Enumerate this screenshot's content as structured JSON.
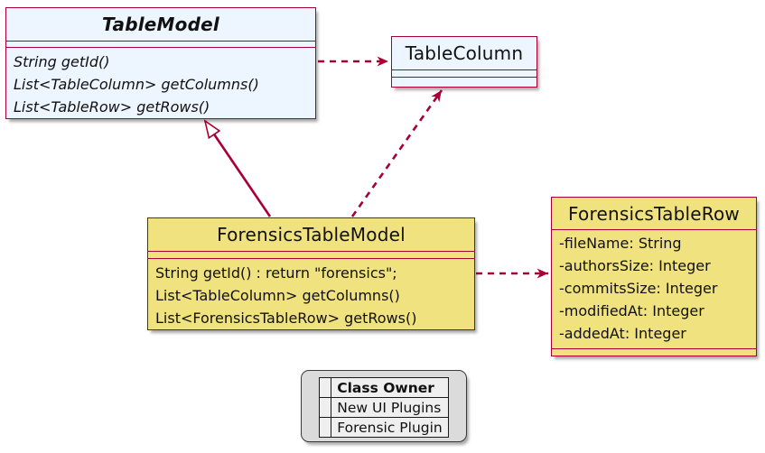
{
  "diagram_title": "UML class diagram",
  "colors": {
    "border_and_arrows": "#A80036",
    "new_ui_plugins_fill": "#EDF5FF",
    "forensic_plugin_fill": "#F0E27E",
    "legend_background": "#DBDBDB"
  },
  "classes": {
    "tableModel": {
      "name": "TableModel",
      "abstract": true,
      "methods": [
        "String getId()",
        "List<TableColumn> getColumns()",
        "List<TableRow> getRows()"
      ]
    },
    "tableColumn": {
      "name": "TableColumn",
      "methods": []
    },
    "forensicsTableModel": {
      "name": "ForensicsTableModel",
      "methods": [
        "String getId() : return \"forensics\";",
        "List<TableColumn> getColumns()",
        "List<ForensicsTableRow> getRows()"
      ]
    },
    "forensicsTableRow": {
      "name": "ForensicsTableRow",
      "fields": [
        "-fileName: String",
        "-authorsSize: Integer",
        "-commitsSize: Integer",
        "-modifiedAt: Integer",
        "-addedAt: Integer"
      ]
    }
  },
  "relationships": [
    {
      "from": "TableModel",
      "to": "TableColumn",
      "type": "dashed-dependency"
    },
    {
      "from": "ForensicsTableModel",
      "to": "TableModel",
      "type": "inheritance"
    },
    {
      "from": "ForensicsTableModel",
      "to": "TableColumn",
      "type": "dashed-dependency"
    },
    {
      "from": "ForensicsTableModel",
      "to": "ForensicsTableRow",
      "type": "dashed-dependency"
    }
  ],
  "legend": {
    "title": "Class Owner",
    "rows": [
      {
        "label": "New UI Plugins",
        "color": "#EDF5FF"
      },
      {
        "label": "Forensic Plugin",
        "color": "#F0E27E"
      }
    ]
  }
}
